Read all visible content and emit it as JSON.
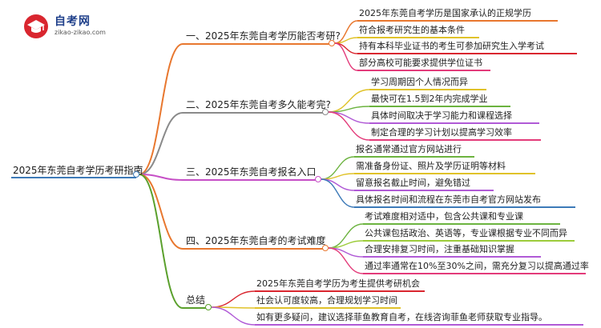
{
  "logo": {
    "name": "自考网",
    "url": "zikao-zikao.com"
  },
  "root": {
    "label": "2025年东莞自考学历考研指南"
  },
  "colors": {
    "root": "#3d7ab8",
    "b1": "#e8772e",
    "b2": "#8a8a8a",
    "b3": "#c64fc6",
    "b4": "#e8772e",
    "b5": "#5aa02c",
    "leaf_orange": "#e8772e",
    "leaf_yellow": "#e0c229",
    "leaf_green": "#6cb33f",
    "leaf_purple": "#b05ad6",
    "leaf_pink": "#e33b7a",
    "leaf_blue": "#3d7ab8",
    "leaf_red": "#d9262f",
    "leaf_lime": "#9ccc3a"
  },
  "branches": [
    {
      "label": "一、2025年东莞自考学历能否考研?",
      "leaves": [
        "2025年东莞自考学历是国家承认的正规学历",
        "符合报考研究生的基本条件",
        "持有本科毕业证书的考生可参加研究生入学考试",
        "部分高校可能要求提供学位证书"
      ]
    },
    {
      "label": "二、2025年东莞自考多久能考完?",
      "leaves": [
        "学习周期因个人情况而异",
        "最快可在1.5到2年内完成学业",
        "具体时间取决于学习能力和课程选择",
        "制定合理的学习计划以提高学习效率"
      ]
    },
    {
      "label": "三、2025年东莞自考报名入口",
      "leaves": [
        "报名通常通过官方网站进行",
        "需准备身份证、照片及学历证明等材料",
        "留意报名截止时间，避免错过",
        "具体报名时间和流程在东莞市自考官方网站发布"
      ]
    },
    {
      "label": "四、2025年东莞自考的考试难度",
      "leaves": [
        "考试难度相对适中，包含公共课和专业课",
        "公共课包括政治、英语等，专业课根据专业不同而异",
        "合理安排复习时间，注重基础知识掌握",
        "通过率通常在10%至30%之间，需充分复习以提高通过率"
      ]
    },
    {
      "label": "总结",
      "leaves": [
        "2025年东莞自考学历为考生提供考研机会",
        "社会认可度较高，合理规划学习时间",
        "如有更多疑问，建议选择菲鱼教育自考，在线咨询菲鱼老师获取专业指导。"
      ]
    }
  ]
}
